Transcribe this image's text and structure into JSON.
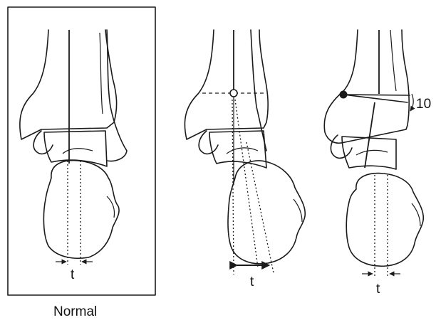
{
  "figure": {
    "panels": [
      {
        "name": "normal",
        "caption": "Normal",
        "measure_label": "t"
      },
      {
        "name": "shifted",
        "caption": "",
        "measure_label": "t"
      },
      {
        "name": "tilted",
        "caption": "",
        "measure_label": "t",
        "angle_label": "10"
      }
    ]
  }
}
